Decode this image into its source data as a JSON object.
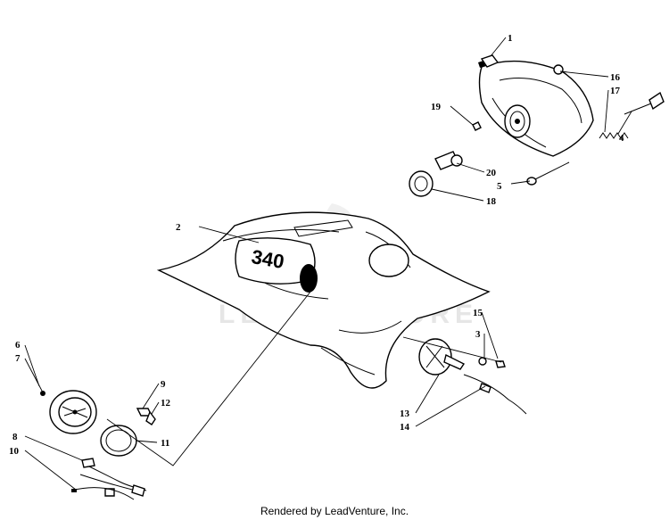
{
  "watermark": "LEADVENTURE",
  "footer": "Rendered by LeadVenture, Inc.",
  "decal_text": "340",
  "callouts": {
    "c1": "1",
    "c2": "2",
    "c3": "3",
    "c4": "4",
    "c5": "5",
    "c6": "6",
    "c7": "7",
    "c8": "8",
    "c9": "9",
    "c10": "10",
    "c11": "11",
    "c12": "12",
    "c13": "13",
    "c14": "14",
    "c15": "15",
    "c16": "16",
    "c17": "17",
    "c18": "18",
    "c19": "19",
    "c20": "20"
  }
}
